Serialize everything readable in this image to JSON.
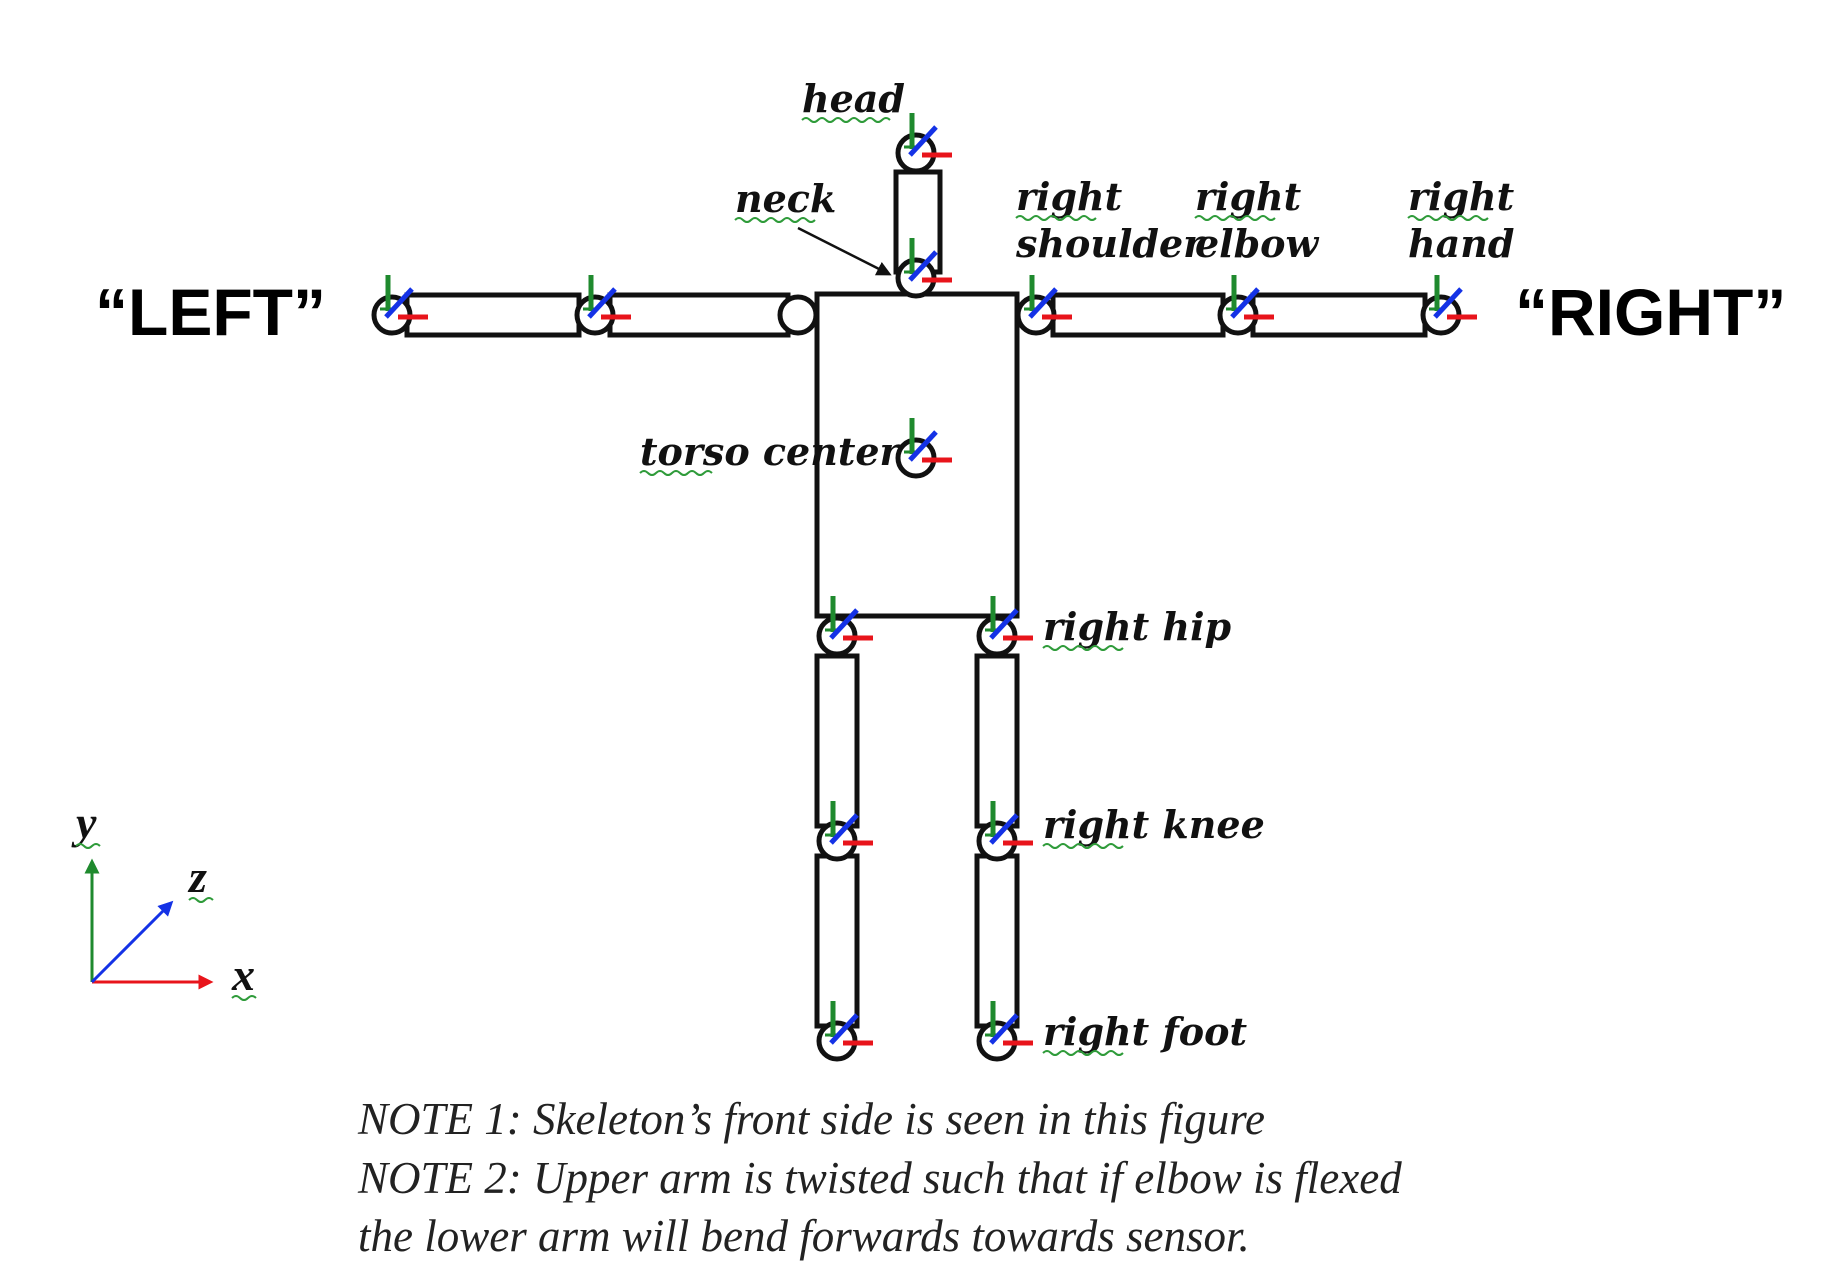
{
  "side_labels": {
    "left": "“LEFT”",
    "right": "“RIGHT”"
  },
  "joint_labels": {
    "head": "head",
    "neck": "neck",
    "torso_center": "torso center",
    "right_shoulder_line1": "right",
    "right_shoulder_line2": "shoulder",
    "right_elbow_line1": "right",
    "right_elbow_line2": "elbow",
    "right_hand_line1": "right",
    "right_hand_line2": "hand",
    "right_hip": "right hip",
    "right_knee": "right knee",
    "right_foot": "right foot"
  },
  "axes_legend": {
    "x": "x",
    "y": "y",
    "z": "z"
  },
  "notes": [
    "NOTE 1: Skeleton’s front side is seen in this figure",
    "NOTE 2: Upper arm is twisted such that if elbow is flexed",
    "the lower arm will bend forwards towards sensor."
  ],
  "colors": {
    "x_axis": "#e8141b",
    "y_axis": "#1f8a2e",
    "z_axis": "#1432e6",
    "outline": "#111111"
  }
}
